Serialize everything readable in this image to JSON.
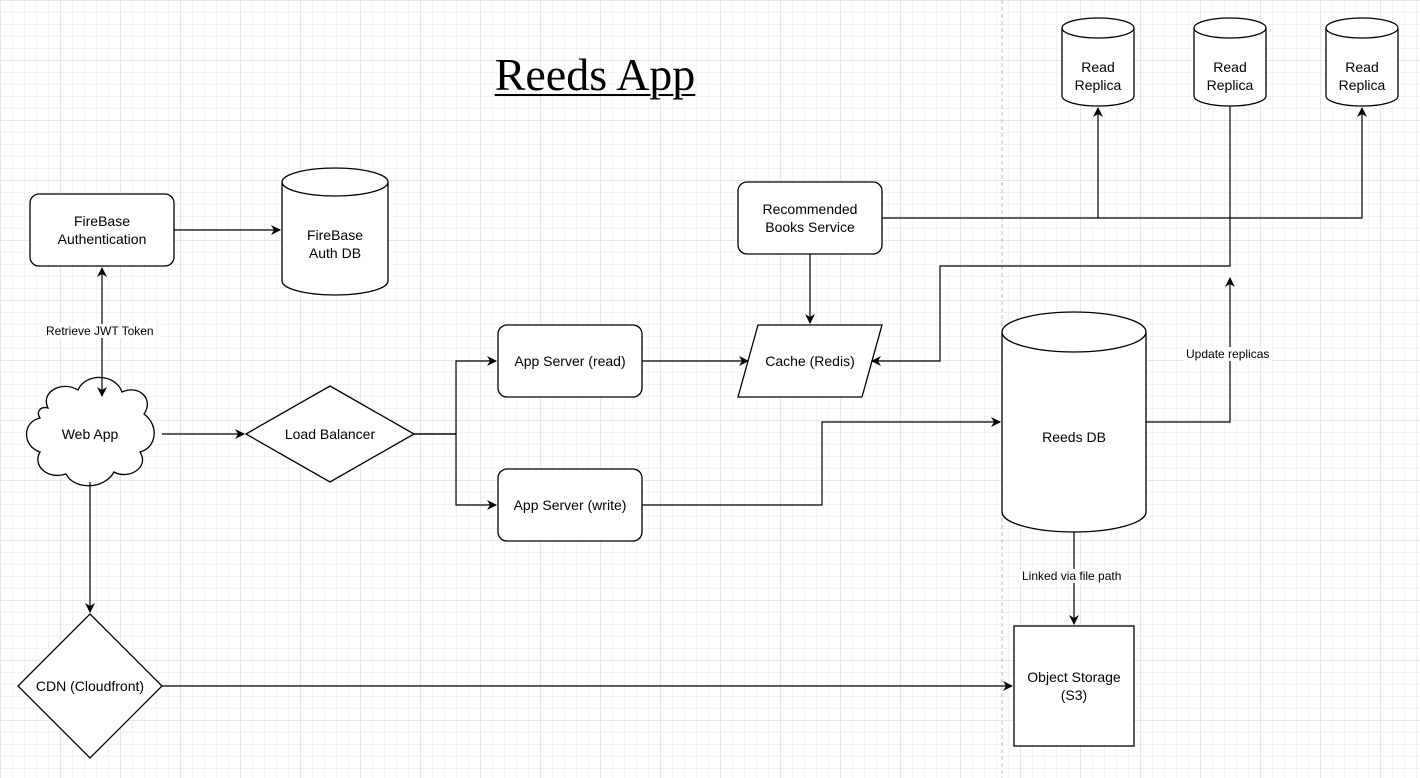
{
  "diagram": {
    "title": "Reeds App",
    "nodes": {
      "firebase_auth": "FireBase Authentication",
      "firebase_db": "FireBase Auth DB",
      "web_app": "Web App",
      "load_balancer": "Load Balancer",
      "app_read": "App Server (read)",
      "app_write": "App Server (write)",
      "rec_service": "Recommended Books Service",
      "cache": "Cache (Redis)",
      "reeds_db": "Reeds DB",
      "replica_1": "Read Replica",
      "replica_2": "Read Replica",
      "replica_3": "Read Replica",
      "cdn": "CDN (Cloudfront)",
      "object_storage": "Object Storage (S3)"
    },
    "edge_labels": {
      "jwt": "Retrieve JWT Token",
      "update_replicas": "Update replicas",
      "linked": "Linked via file path"
    }
  }
}
